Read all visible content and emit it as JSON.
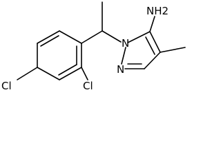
{
  "molecule": {
    "atoms": {
      "cl_left": "Cl",
      "cl_right": "Cl",
      "nh2": "NH2",
      "n1": "N",
      "n2": "N"
    }
  }
}
